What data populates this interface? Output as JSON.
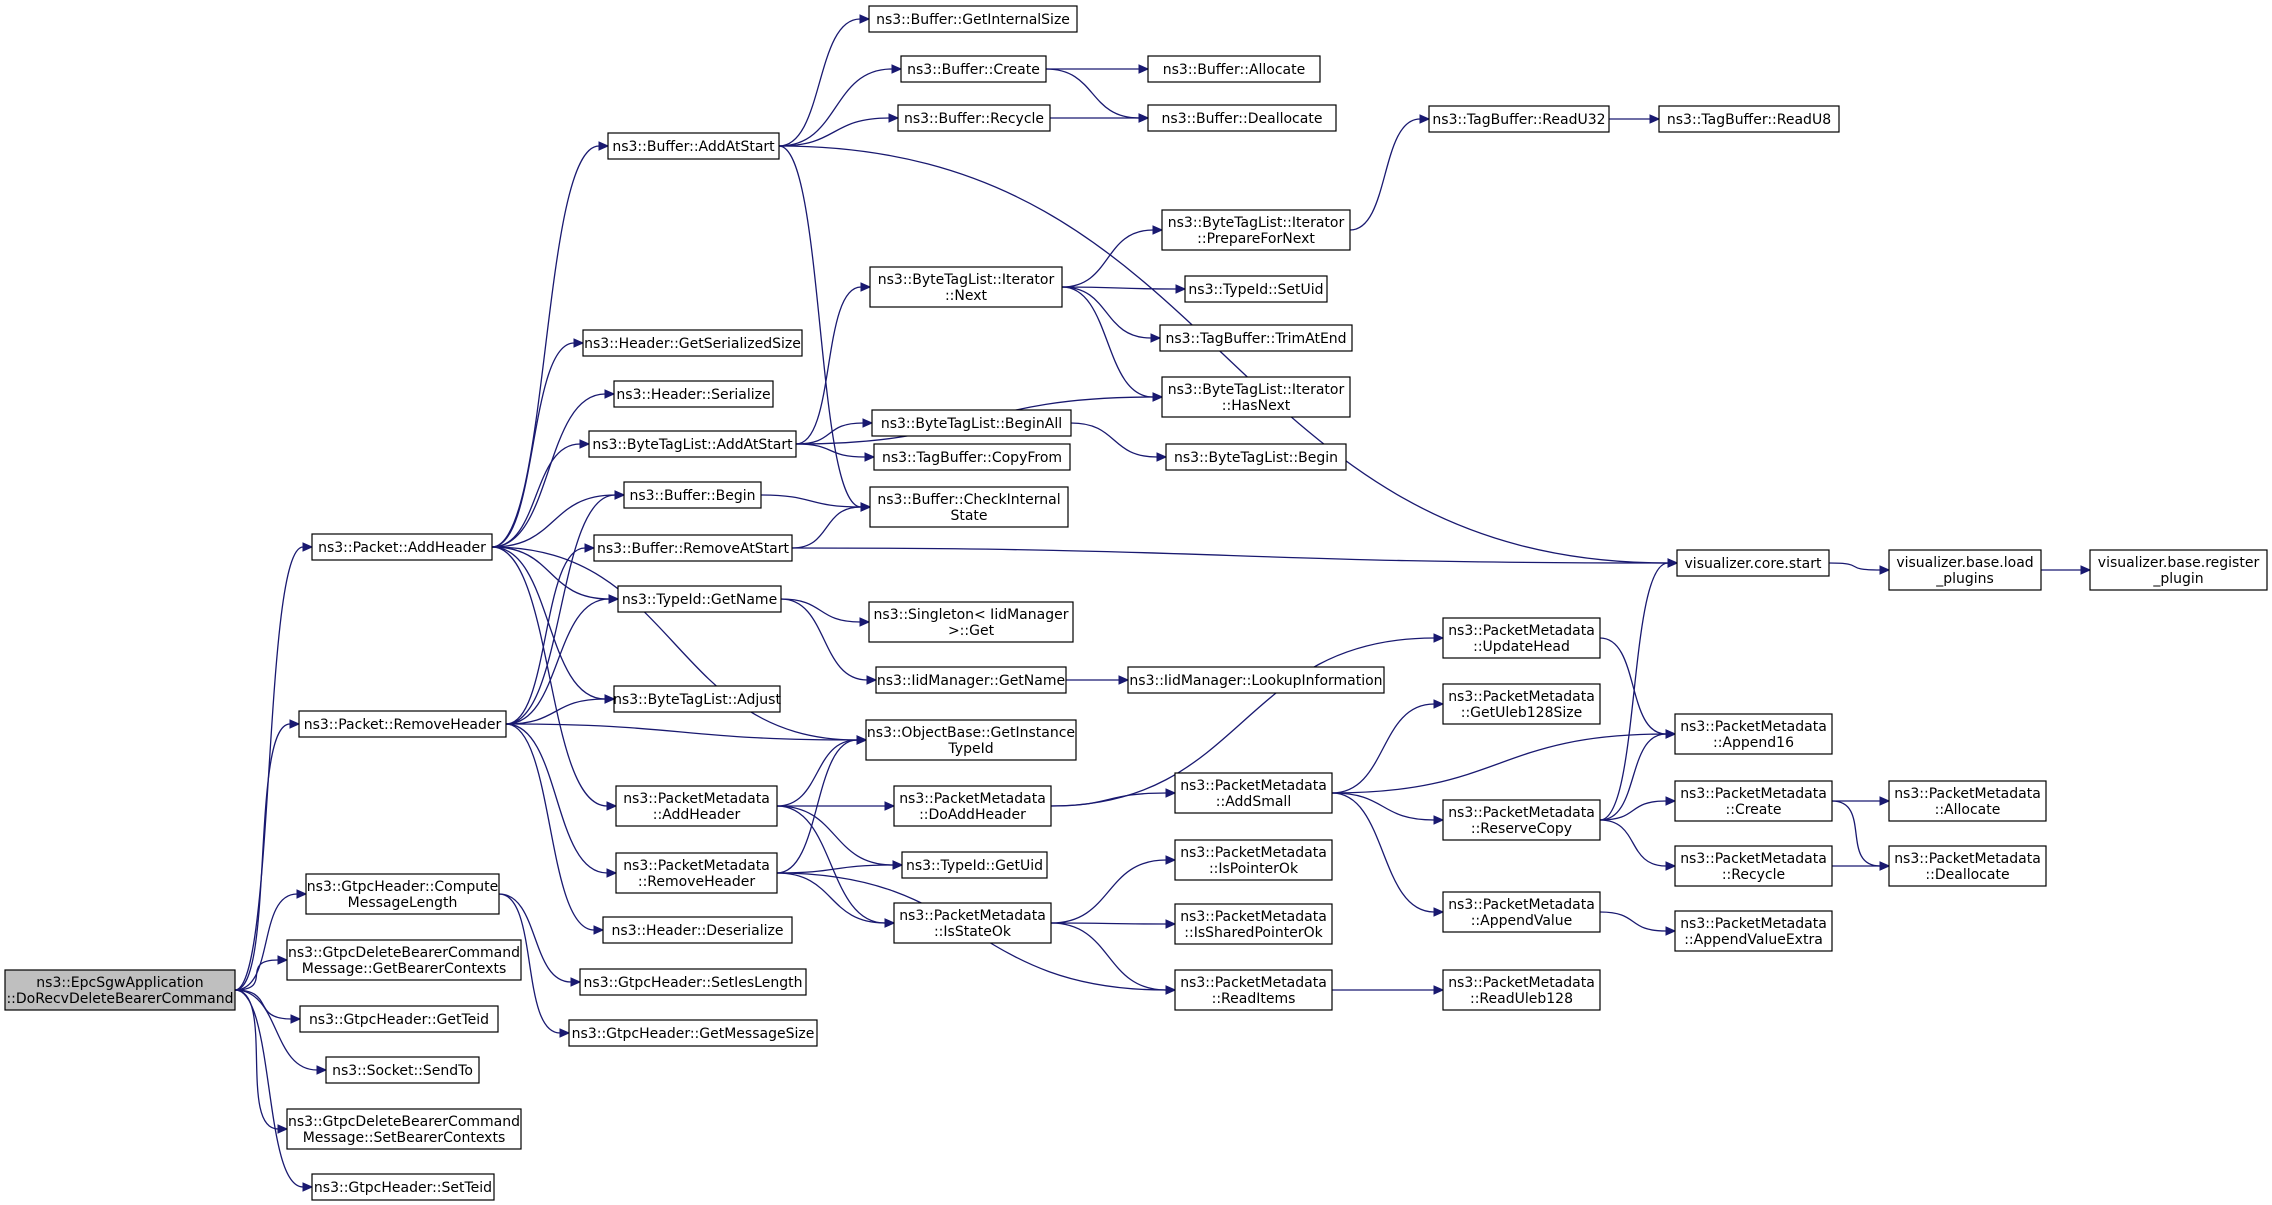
{
  "graph": {
    "nodes": [
      {
        "id": "root",
        "label": [
          "ns3::EpcSgwApplication",
          "::DoRecvDeleteBearerCommand"
        ],
        "root": true
      },
      {
        "id": "addHeader",
        "label": [
          "ns3::Packet::AddHeader"
        ]
      },
      {
        "id": "removeHeader",
        "label": [
          "ns3::Packet::RemoveHeader"
        ]
      },
      {
        "id": "gtpcCompute",
        "label": [
          "ns3::GtpcHeader::Compute",
          "MessageLength"
        ]
      },
      {
        "id": "getBearerContexts",
        "label": [
          "ns3::GtpcDeleteBearerCommand",
          "Message::GetBearerContexts"
        ]
      },
      {
        "id": "getTeid",
        "label": [
          "ns3::GtpcHeader::GetTeid"
        ]
      },
      {
        "id": "sendTo",
        "label": [
          "ns3::Socket::SendTo"
        ]
      },
      {
        "id": "setBearerContexts",
        "label": [
          "ns3::GtpcDeleteBearerCommand",
          "Message::SetBearerContexts"
        ]
      },
      {
        "id": "setTeid",
        "label": [
          "ns3::GtpcHeader::SetTeid"
        ]
      },
      {
        "id": "bufAddAtStart",
        "label": [
          "ns3::Buffer::AddAtStart"
        ]
      },
      {
        "id": "hdrGetSerSize",
        "label": [
          "ns3::Header::GetSerializedSize"
        ]
      },
      {
        "id": "hdrSerialize",
        "label": [
          "ns3::Header::Serialize"
        ]
      },
      {
        "id": "btlAddAtStart",
        "label": [
          "ns3::ByteTagList::AddAtStart"
        ]
      },
      {
        "id": "bufBegin",
        "label": [
          "ns3::Buffer::Begin"
        ]
      },
      {
        "id": "bufRemoveAtStart",
        "label": [
          "ns3::Buffer::RemoveAtStart"
        ]
      },
      {
        "id": "typeIdGetName",
        "label": [
          "ns3::TypeId::GetName"
        ]
      },
      {
        "id": "btlAdjust",
        "label": [
          "ns3::ByteTagList::Adjust"
        ]
      },
      {
        "id": "pmAddHeader",
        "label": [
          "ns3::PacketMetadata",
          "::AddHeader"
        ]
      },
      {
        "id": "pmRemoveHeader",
        "label": [
          "ns3::PacketMetadata",
          "::RemoveHeader"
        ]
      },
      {
        "id": "hdrDeserialize",
        "label": [
          "ns3::Header::Deserialize"
        ]
      },
      {
        "id": "gtpcSetIesLength",
        "label": [
          "ns3::GtpcHeader::SetIesLength"
        ]
      },
      {
        "id": "gtpcGetMsgSize",
        "label": [
          "ns3::GtpcHeader::GetMessageSize"
        ]
      },
      {
        "id": "bufGetInternalSize",
        "label": [
          "ns3::Buffer::GetInternalSize"
        ]
      },
      {
        "id": "bufCreate",
        "label": [
          "ns3::Buffer::Create"
        ]
      },
      {
        "id": "bufRecycle",
        "label": [
          "ns3::Buffer::Recycle"
        ]
      },
      {
        "id": "btliNext",
        "label": [
          "ns3::ByteTagList::Iterator",
          "::Next"
        ]
      },
      {
        "id": "btlBeginAll",
        "label": [
          "ns3::ByteTagList::BeginAll"
        ]
      },
      {
        "id": "tbCopyFrom",
        "label": [
          "ns3::TagBuffer::CopyFrom"
        ]
      },
      {
        "id": "bufCheckInternal",
        "label": [
          "ns3::Buffer::CheckInternal",
          "State"
        ]
      },
      {
        "id": "singletonGet",
        "label": [
          "ns3::Singleton< IidManager",
          ">::Get"
        ]
      },
      {
        "id": "iidGetName",
        "label": [
          "ns3::IidManager::GetName"
        ]
      },
      {
        "id": "objGetInstance",
        "label": [
          "ns3::ObjectBase::GetInstance",
          "TypeId"
        ]
      },
      {
        "id": "pmDoAddHeader",
        "label": [
          "ns3::PacketMetadata",
          "::DoAddHeader"
        ]
      },
      {
        "id": "typeIdGetUid",
        "label": [
          "ns3::TypeId::GetUid"
        ]
      },
      {
        "id": "pmIsStateOk",
        "label": [
          "ns3::PacketMetadata",
          "::IsStateOk"
        ]
      },
      {
        "id": "bufAllocate",
        "label": [
          "ns3::Buffer::Allocate"
        ]
      },
      {
        "id": "bufDeallocate",
        "label": [
          "ns3::Buffer::Deallocate"
        ]
      },
      {
        "id": "btliPrepare",
        "label": [
          "ns3::ByteTagList::Iterator",
          "::PrepareForNext"
        ]
      },
      {
        "id": "typeIdSetUid",
        "label": [
          "ns3::TypeId::SetUid"
        ]
      },
      {
        "id": "tbTrimAtEnd",
        "label": [
          "ns3::TagBuffer::TrimAtEnd"
        ]
      },
      {
        "id": "btliHasNext",
        "label": [
          "ns3::ByteTagList::Iterator",
          "::HasNext"
        ]
      },
      {
        "id": "btlBegin",
        "label": [
          "ns3::ByteTagList::Begin"
        ]
      },
      {
        "id": "iidLookup",
        "label": [
          "ns3::IidManager::LookupInformation"
        ]
      },
      {
        "id": "pmAddSmall",
        "label": [
          "ns3::PacketMetadata",
          "::AddSmall"
        ]
      },
      {
        "id": "pmIsPointerOk",
        "label": [
          "ns3::PacketMetadata",
          "::IsPointerOk"
        ]
      },
      {
        "id": "pmIsSharedPointerOk",
        "label": [
          "ns3::PacketMetadata",
          "::IsSharedPointerOk"
        ]
      },
      {
        "id": "pmReadItems",
        "label": [
          "ns3::PacketMetadata",
          "::ReadItems"
        ]
      },
      {
        "id": "tbReadU32",
        "label": [
          "ns3::TagBuffer::ReadU32"
        ]
      },
      {
        "id": "tbReadU8",
        "label": [
          "ns3::TagBuffer::ReadU8"
        ]
      },
      {
        "id": "vizCoreStart",
        "label": [
          "visualizer.core.start"
        ]
      },
      {
        "id": "vizLoadPlugins",
        "label": [
          "visualizer.base.load",
          "_plugins"
        ]
      },
      {
        "id": "vizRegisterPlugin",
        "label": [
          "visualizer.base.register",
          "_plugin"
        ]
      },
      {
        "id": "pmUpdateHead",
        "label": [
          "ns3::PacketMetadata",
          "::UpdateHead"
        ]
      },
      {
        "id": "pmGetUleb128Size",
        "label": [
          "ns3::PacketMetadata",
          "::GetUleb128Size"
        ]
      },
      {
        "id": "pmReserveCopy",
        "label": [
          "ns3::PacketMetadata",
          "::ReserveCopy"
        ]
      },
      {
        "id": "pmAppendValue",
        "label": [
          "ns3::PacketMetadata",
          "::AppendValue"
        ]
      },
      {
        "id": "pmReadUleb128",
        "label": [
          "ns3::PacketMetadata",
          "::ReadUleb128"
        ]
      },
      {
        "id": "pmAppend16",
        "label": [
          "ns3::PacketMetadata",
          "::Append16"
        ]
      },
      {
        "id": "pmCreate",
        "label": [
          "ns3::PacketMetadata",
          "::Create"
        ]
      },
      {
        "id": "pmRecycle",
        "label": [
          "ns3::PacketMetadata",
          "::Recycle"
        ]
      },
      {
        "id": "pmAppendValueExtra",
        "label": [
          "ns3::PacketMetadata",
          "::AppendValueExtra"
        ]
      },
      {
        "id": "pmAllocate",
        "label": [
          "ns3::PacketMetadata",
          "::Allocate"
        ]
      },
      {
        "id": "pmDeallocate",
        "label": [
          "ns3::PacketMetadata",
          "::Deallocate"
        ]
      }
    ],
    "edges": [
      [
        "root",
        "addHeader"
      ],
      [
        "root",
        "removeHeader"
      ],
      [
        "root",
        "gtpcCompute"
      ],
      [
        "root",
        "getBearerContexts"
      ],
      [
        "root",
        "getTeid"
      ],
      [
        "root",
        "sendTo"
      ],
      [
        "root",
        "setBearerContexts"
      ],
      [
        "root",
        "setTeid"
      ],
      [
        "addHeader",
        "bufAddAtStart"
      ],
      [
        "addHeader",
        "hdrGetSerSize"
      ],
      [
        "addHeader",
        "hdrSerialize"
      ],
      [
        "addHeader",
        "btlAddAtStart"
      ],
      [
        "addHeader",
        "bufBegin"
      ],
      [
        "addHeader",
        "typeIdGetName"
      ],
      [
        "addHeader",
        "btlAdjust"
      ],
      [
        "addHeader",
        "objGetInstance"
      ],
      [
        "addHeader",
        "pmAddHeader"
      ],
      [
        "removeHeader",
        "bufBegin"
      ],
      [
        "removeHeader",
        "bufRemoveAtStart"
      ],
      [
        "removeHeader",
        "typeIdGetName"
      ],
      [
        "removeHeader",
        "btlAdjust"
      ],
      [
        "removeHeader",
        "objGetInstance"
      ],
      [
        "removeHeader",
        "pmRemoveHeader"
      ],
      [
        "removeHeader",
        "hdrDeserialize"
      ],
      [
        "gtpcCompute",
        "gtpcSetIesLength"
      ],
      [
        "gtpcCompute",
        "gtpcGetMsgSize"
      ],
      [
        "bufAddAtStart",
        "bufGetInternalSize"
      ],
      [
        "bufAddAtStart",
        "bufCreate"
      ],
      [
        "bufAddAtStart",
        "bufRecycle"
      ],
      [
        "bufAddAtStart",
        "bufCheckInternal"
      ],
      [
        "bufAddAtStart",
        "vizCoreStart"
      ],
      [
        "bufCreate",
        "bufAllocate"
      ],
      [
        "bufCreate",
        "bufDeallocate"
      ],
      [
        "bufRecycle",
        "bufDeallocate"
      ],
      [
        "btlAddAtStart",
        "btliNext"
      ],
      [
        "btlAddAtStart",
        "btliHasNext"
      ],
      [
        "btlAddAtStart",
        "btlBeginAll"
      ],
      [
        "btlAddAtStart",
        "tbCopyFrom"
      ],
      [
        "btliNext",
        "btliPrepare"
      ],
      [
        "btliNext",
        "typeIdSetUid"
      ],
      [
        "btliNext",
        "tbTrimAtEnd"
      ],
      [
        "btliNext",
        "btliHasNext"
      ],
      [
        "btliPrepare",
        "tbReadU32"
      ],
      [
        "tbReadU32",
        "tbReadU8"
      ],
      [
        "btlBeginAll",
        "btlBegin"
      ],
      [
        "bufBegin",
        "bufCheckInternal"
      ],
      [
        "bufRemoveAtStart",
        "bufCheckInternal"
      ],
      [
        "bufRemoveAtStart",
        "vizCoreStart"
      ],
      [
        "vizCoreStart",
        "vizLoadPlugins"
      ],
      [
        "vizLoadPlugins",
        "vizRegisterPlugin"
      ],
      [
        "typeIdGetName",
        "singletonGet"
      ],
      [
        "typeIdGetName",
        "iidGetName"
      ],
      [
        "iidGetName",
        "iidLookup"
      ],
      [
        "pmAddHeader",
        "objGetInstance"
      ],
      [
        "pmAddHeader",
        "pmDoAddHeader"
      ],
      [
        "pmAddHeader",
        "typeIdGetUid"
      ],
      [
        "pmAddHeader",
        "pmIsStateOk"
      ],
      [
        "pmRemoveHeader",
        "objGetInstance"
      ],
      [
        "pmRemoveHeader",
        "typeIdGetUid"
      ],
      [
        "pmRemoveHeader",
        "pmIsStateOk"
      ],
      [
        "pmRemoveHeader",
        "pmReadItems"
      ],
      [
        "pmDoAddHeader",
        "pmUpdateHead"
      ],
      [
        "pmDoAddHeader",
        "pmAddSmall"
      ],
      [
        "pmIsStateOk",
        "pmIsPointerOk"
      ],
      [
        "pmIsStateOk",
        "pmIsSharedPointerOk"
      ],
      [
        "pmIsStateOk",
        "pmReadItems"
      ],
      [
        "pmAddSmall",
        "pmGetUleb128Size"
      ],
      [
        "pmAddSmall",
        "pmAppend16"
      ],
      [
        "pmAddSmall",
        "pmReserveCopy"
      ],
      [
        "pmAddSmall",
        "pmAppendValue"
      ],
      [
        "pmUpdateHead",
        "pmAppend16"
      ],
      [
        "pmReserveCopy",
        "vizCoreStart"
      ],
      [
        "pmReserveCopy",
        "pmAppend16"
      ],
      [
        "pmReserveCopy",
        "pmCreate"
      ],
      [
        "pmReserveCopy",
        "pmRecycle"
      ],
      [
        "pmAppendValue",
        "pmAppendValueExtra"
      ],
      [
        "pmReadItems",
        "pmReadUleb128"
      ],
      [
        "pmCreate",
        "pmAllocate"
      ],
      [
        "pmCreate",
        "pmDeallocate"
      ],
      [
        "pmRecycle",
        "pmDeallocate"
      ]
    ]
  }
}
